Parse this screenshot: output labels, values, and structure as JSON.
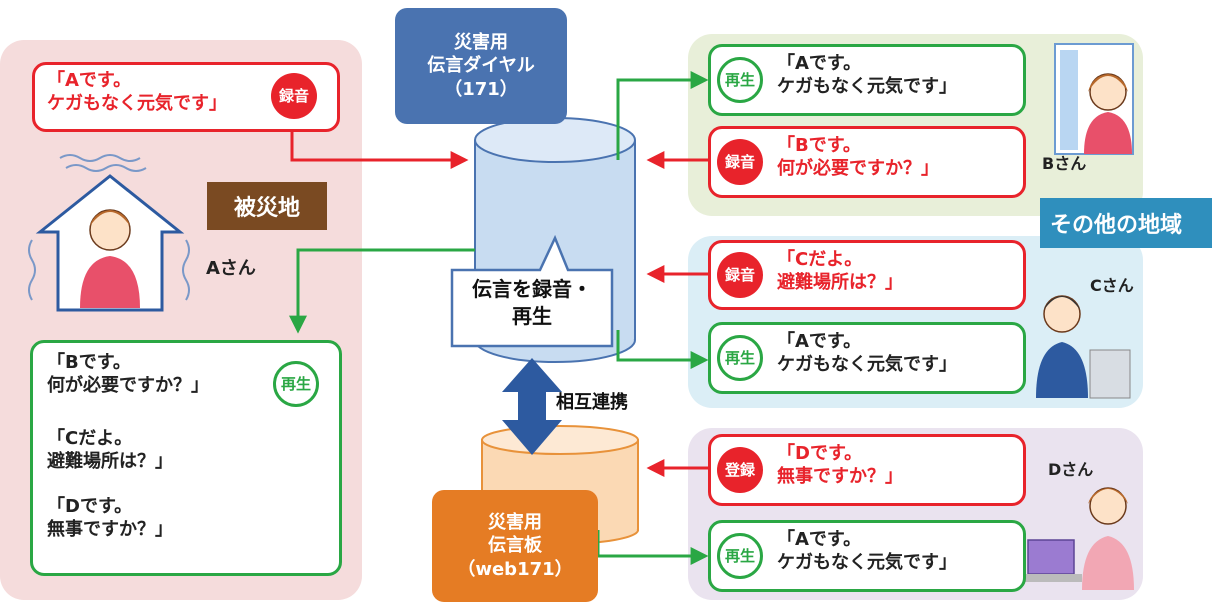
{
  "services": {
    "dial": "災害用\n伝言ダイヤル\n（171）",
    "board": "災害用\n伝言板\n（web171）"
  },
  "center_bubble": "伝言を録音・\n再生",
  "link_label": "相互連携",
  "disaster_area": {
    "title": "被災地",
    "person": "Aさん",
    "record_message": "「Aです。\nケガもなく元気です」",
    "record_badge": "録音",
    "play_badge": "再生",
    "received_messages": [
      "「Bです。\n何が必要ですか？」",
      "「Cだよ。\n避難場所は？」",
      "「Dです。\n無事ですか？」"
    ]
  },
  "other_area": {
    "title": "その他の地域",
    "groups": [
      {
        "person": "Bさん",
        "play_badge": "再生",
        "play_message": "「Aです。\nケガもなく元気です」",
        "send_badge": "録音",
        "send_message": "「Bです。\n何が必要ですか？」"
      },
      {
        "person": "Cさん",
        "send_badge": "録音",
        "send_message": "「Cだよ。\n避難場所は？」",
        "play_badge": "再生",
        "play_message": "「Aです。\nケガもなく元気です」"
      },
      {
        "person": "Dさん",
        "send_badge": "登録",
        "send_message": "「Dです。\n無事ですか？」",
        "play_badge": "再生",
        "play_message": "「Aです。\nケガもなく元気です」"
      }
    ]
  },
  "colors": {
    "red": "#e8232b",
    "green": "#2aa744",
    "dial_blue": "#4a73b0",
    "board_orange": "#e57c24",
    "title_brown": "#7a4a22",
    "other_title_bg": "#2f8fbd"
  }
}
